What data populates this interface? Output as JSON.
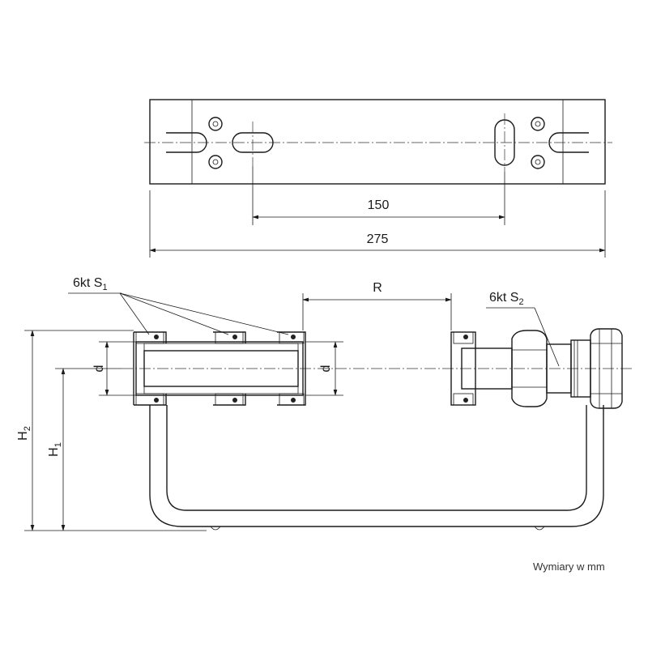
{
  "dimensions": {
    "hole_spacing": "150",
    "total_length": "275",
    "connector_spacing": "R",
    "diameter_left": "d",
    "diameter_right": "d",
    "height_1": "H",
    "height_1_sub": "1",
    "height_2": "H",
    "height_2_sub": "2"
  },
  "labels": {
    "hex_s1": "6kt S",
    "hex_s1_sub": "1",
    "hex_s2": "6kt S",
    "hex_s2_sub": "2"
  },
  "footnote": "Wymiary w mm"
}
